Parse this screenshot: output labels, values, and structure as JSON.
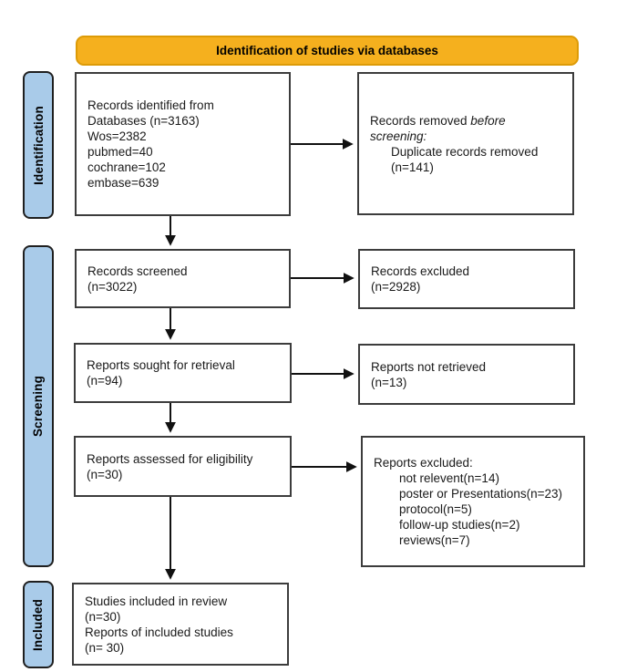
{
  "banner": {
    "title": "Identification of studies via databases"
  },
  "stages": [
    {
      "label": "Identification"
    },
    {
      "label": "Screening"
    },
    {
      "label": "Included"
    }
  ],
  "boxes": {
    "records_identified": {
      "lines": [
        "Records identified from",
        "Databases (n=3163)",
        "Wos=2382",
        "pubmed=40",
        "cochrane=102",
        "embase=639"
      ]
    },
    "records_removed": {
      "normal": "Records removed ",
      "italic1": "before",
      "italic2": "screening:",
      "indented": [
        "Duplicate records removed",
        "(n=141)"
      ]
    },
    "records_screened": {
      "lines": [
        "Records screened",
        "(n=3022)"
      ]
    },
    "records_excluded": {
      "lines": [
        "Records excluded",
        "(n=2928)"
      ]
    },
    "reports_sought": {
      "lines": [
        "Reports sought for retrieval",
        "(n=94)"
      ]
    },
    "reports_not_retrieved": {
      "lines": [
        "Reports not retrieved",
        "(n=13)"
      ]
    },
    "reports_assessed": {
      "lines": [
        "Reports assessed for eligibility",
        "(n=30)"
      ]
    },
    "reports_excluded": {
      "title": "Reports excluded:",
      "indented": [
        "not relevent(n=14)",
        "poster or Presentations(n=23)",
        "protocol(n=5)",
        "follow-up studies(n=2)",
        "reviews(n=7)"
      ]
    },
    "studies_included": {
      "lines": [
        "Studies included in review",
        "(n=30)",
        "Reports of included studies",
        "(n= 30)"
      ]
    }
  },
  "colors": {
    "banner_bg": "#F5B01E",
    "banner_border": "#DD9B07",
    "stage_bg": "#A9CBE9",
    "stage_border": "#1F1F1F",
    "box_border": "#3C3C3C",
    "text": "#1A1A1A"
  }
}
